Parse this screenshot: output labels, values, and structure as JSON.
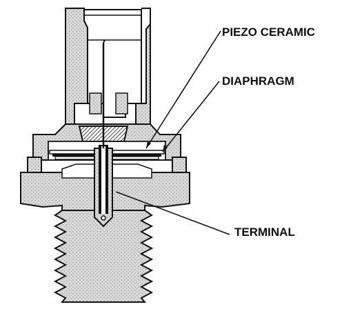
{
  "labels": {
    "piezo": "PIEZO CERAMIC",
    "diaphragm": "DIAPHRAGM",
    "terminal": "TERMINAL"
  },
  "colors": {
    "ink": "#111111",
    "housing": "#d6d6d6",
    "background": "#ffffff"
  }
}
